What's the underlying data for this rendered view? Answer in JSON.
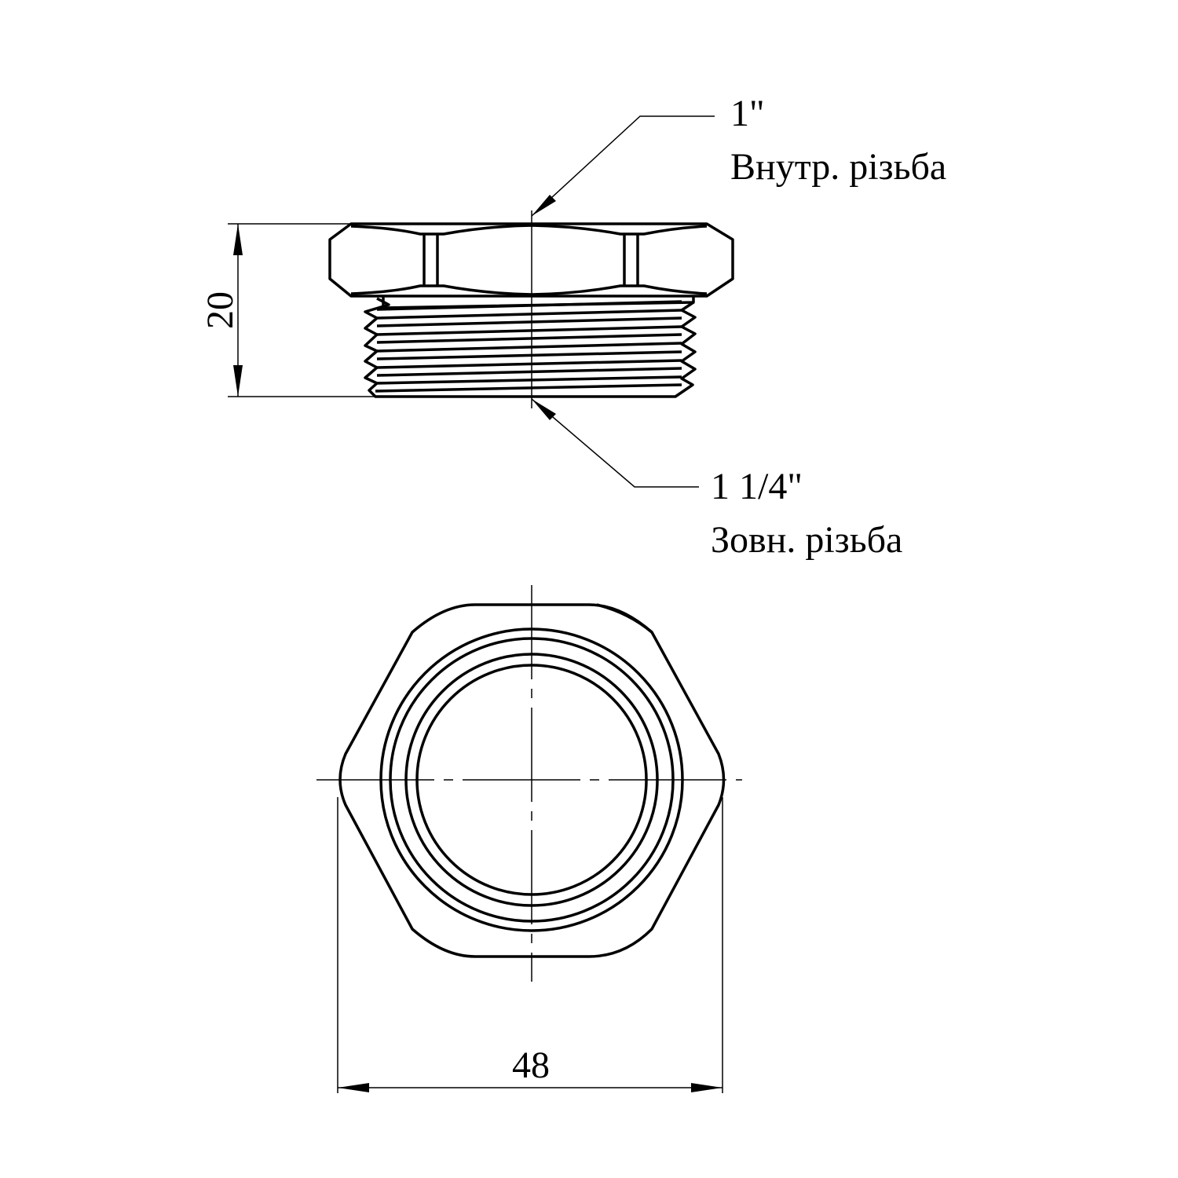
{
  "drawing": {
    "inner_thread": {
      "size": "1\"",
      "label": "Внутр. різьба"
    },
    "outer_thread": {
      "size": "1 1/4\"",
      "label": "Зовн. різьба"
    },
    "dim_height": "20",
    "dim_width": "48"
  }
}
